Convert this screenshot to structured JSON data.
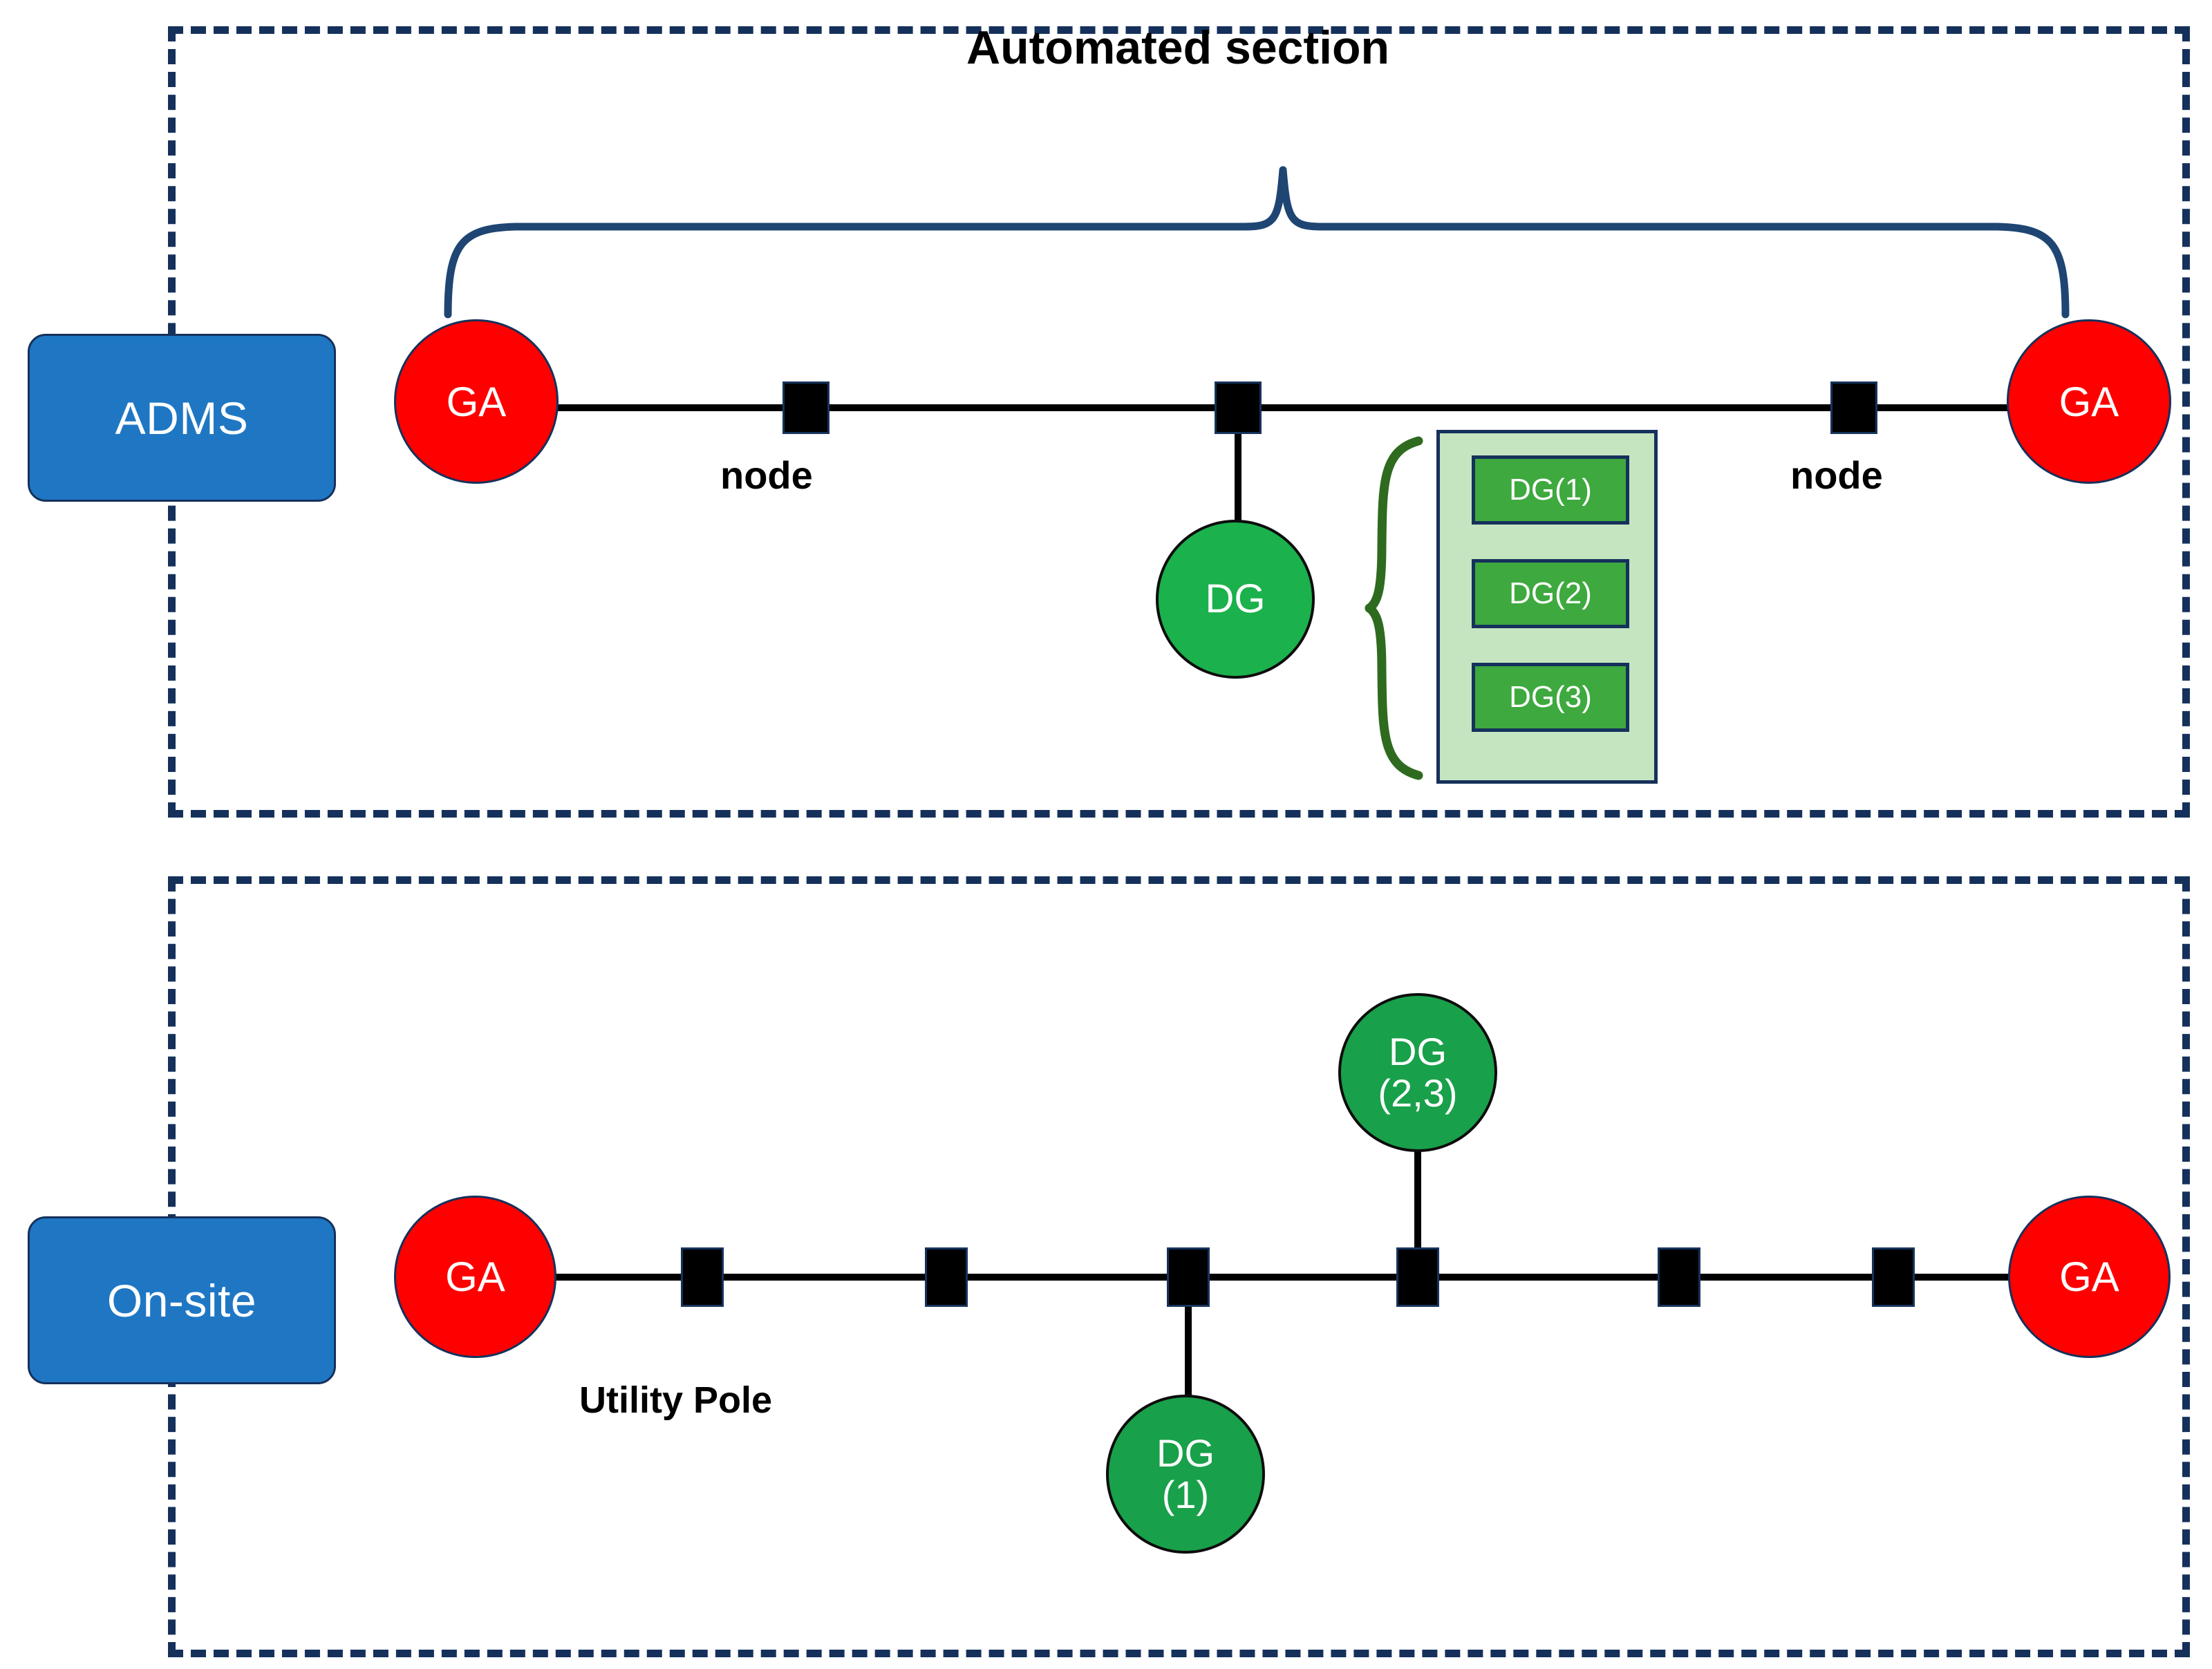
{
  "diagram": {
    "title_label": "Automated section",
    "colors": {
      "panel_border": "#15315B",
      "role_box": "#1F77C4",
      "ga_circle": "#FF0000",
      "dg_circle_top": "#1BB14C",
      "dg_circle_site": "#19A04A",
      "dg_group_panel": "#C5E5C0",
      "dg_chip": "#3EA93E",
      "brace_blue": "#1F4573",
      "brace_green": "#2E6B1F",
      "feeder_line": "#000000"
    },
    "panels": [
      {
        "name": "automated",
        "role_label": "ADMS"
      },
      {
        "name": "onsite",
        "role_label": "On-site"
      }
    ],
    "automated": {
      "role_label": "ADMS",
      "ga_left_label": "GA",
      "ga_right_label": "GA",
      "node_label_left": "node",
      "node_label_right": "node",
      "dg_label": "DG",
      "dg_group": [
        "DG(1)",
        "DG(2)",
        "DG(3)"
      ],
      "node_count": 3
    },
    "onsite": {
      "role_label": "On-site",
      "ga_left_label": "GA",
      "ga_right_label": "GA",
      "utility_pole_label": "Utility Pole",
      "dg_lower_line1": "DG",
      "dg_lower_line2": "(1)",
      "dg_upper_line1": "DG",
      "dg_upper_line2": "(2,3)",
      "node_count": 6
    }
  }
}
